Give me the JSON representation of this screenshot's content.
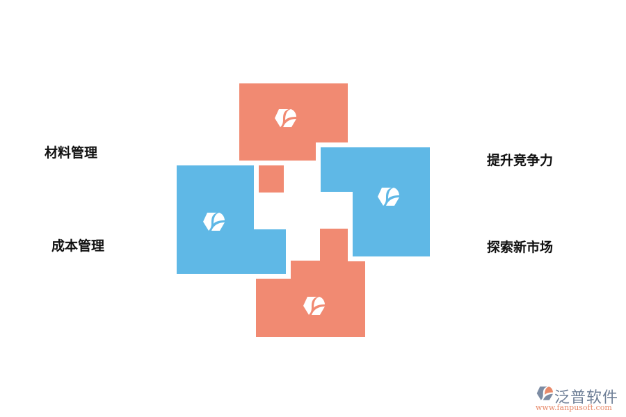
{
  "labels": {
    "top_left": "材料管理",
    "bottom_left": "成本管理",
    "top_right": "提升竞争力",
    "bottom_right": "探索新市场"
  },
  "colors": {
    "salmon": "#f18a72",
    "blue": "#5fb8e6"
  },
  "icon": "leaf-hexagon-logo-icon",
  "watermark": {
    "name": "泛普软件",
    "url": "www.fanpusoft.com"
  }
}
